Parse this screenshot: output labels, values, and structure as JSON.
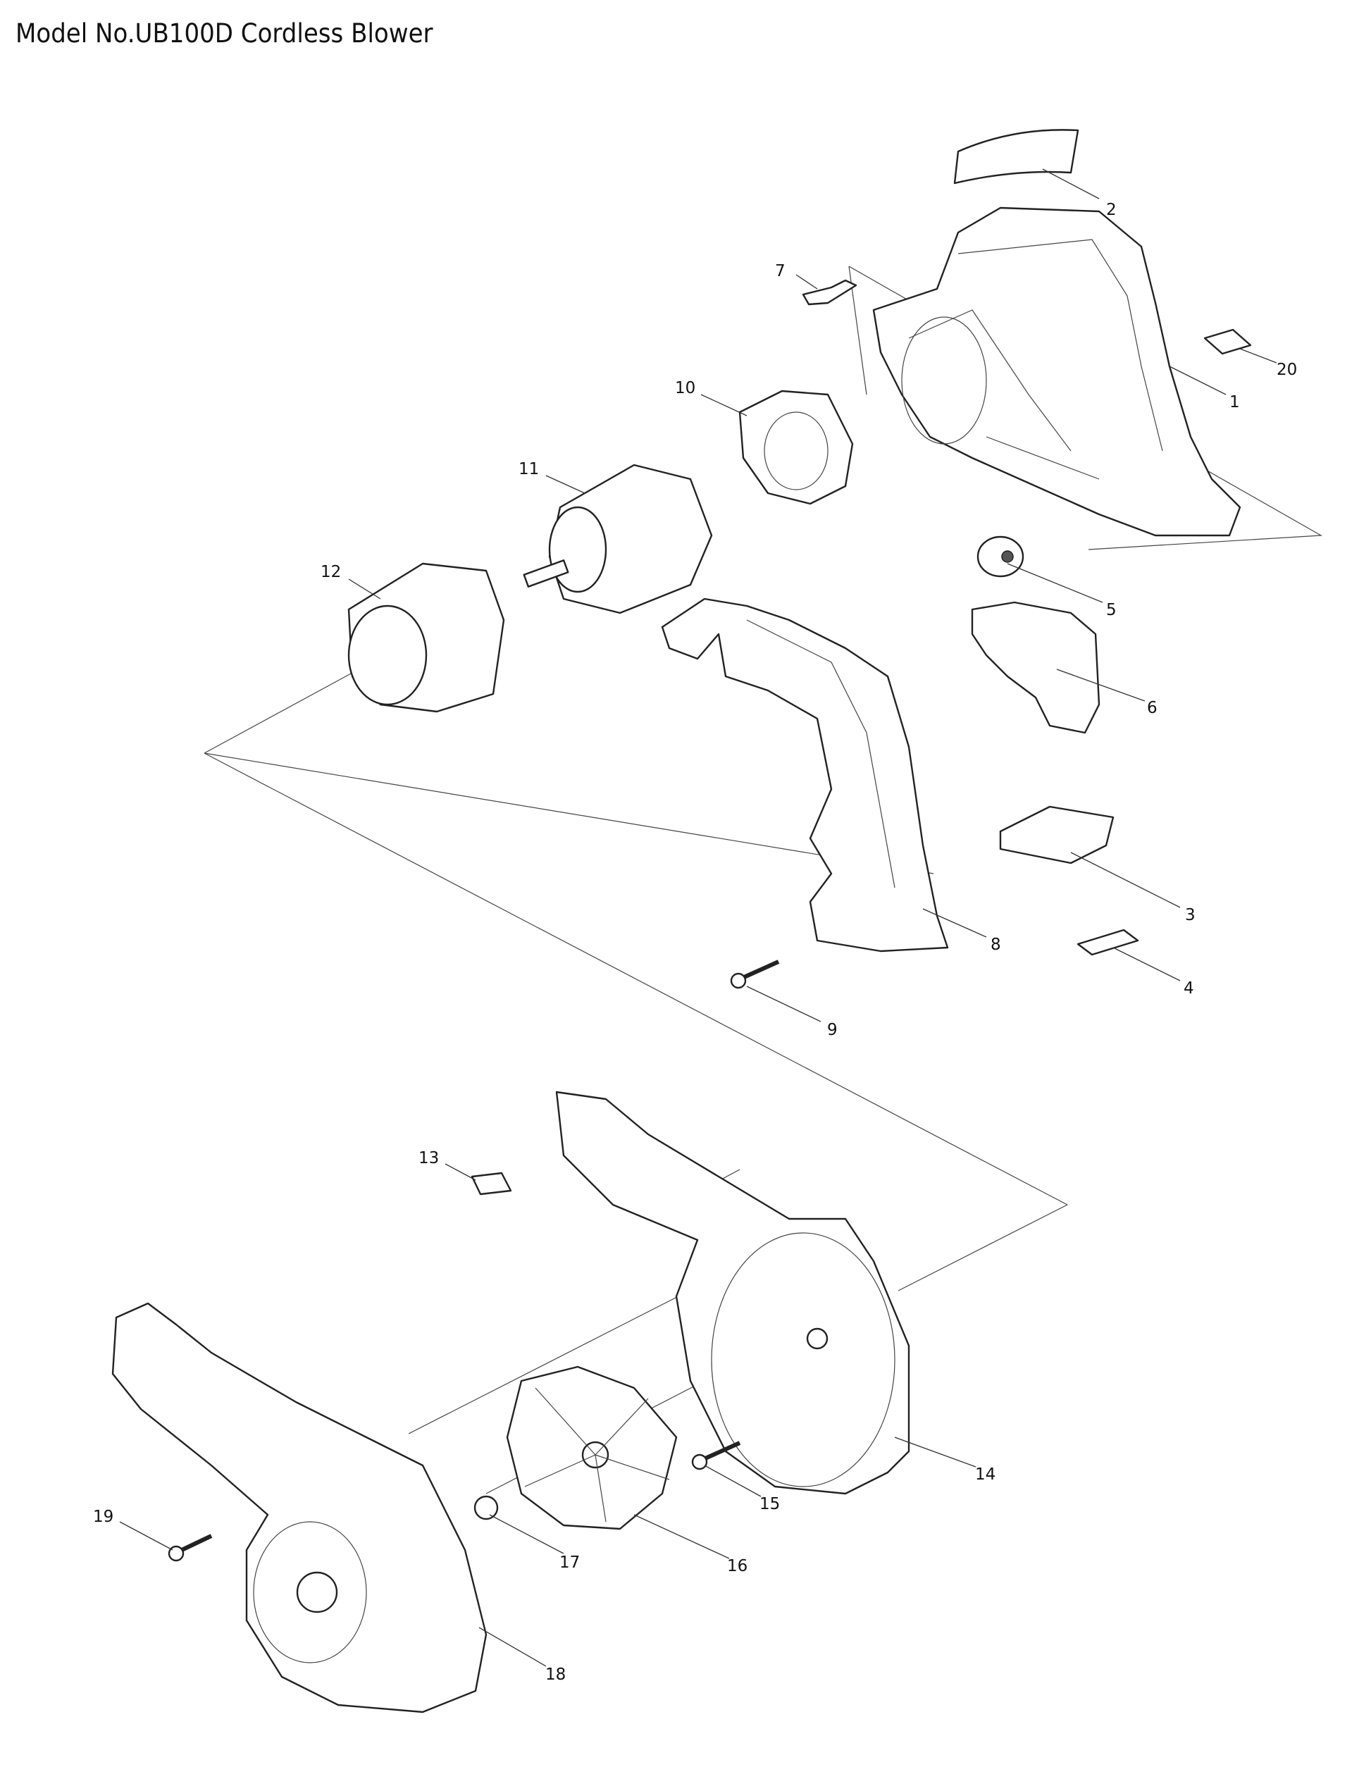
{
  "title": "Model No.UB100D Cordless Blower",
  "diagram": {
    "type": "exploded-parts-diagram",
    "part_labels": [
      "1",
      "2",
      "3",
      "4",
      "5",
      "6",
      "7",
      "8",
      "9",
      "10",
      "11",
      "12",
      "13",
      "14",
      "15",
      "16",
      "17",
      "18",
      "19",
      "20"
    ]
  }
}
